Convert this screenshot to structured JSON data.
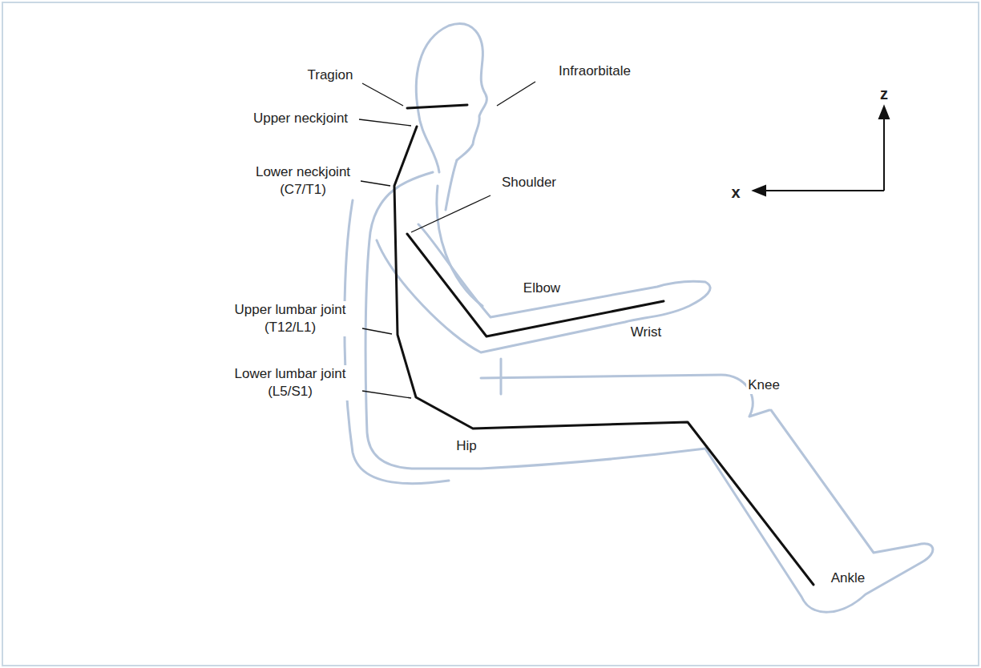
{
  "diagram": {
    "labels": [
      "Tragion",
      "Infraorbitale",
      "Upper neckjoint",
      "Lower neckjoint (C7/T1)",
      "Shoulder",
      "z",
      "x",
      "Elbow",
      "Upper lumbar joint (T12/L1)",
      "Wrist",
      "Knee",
      "Lower lumbar joint (L5/S1)",
      "Hip",
      "Ankle"
    ]
  }
}
